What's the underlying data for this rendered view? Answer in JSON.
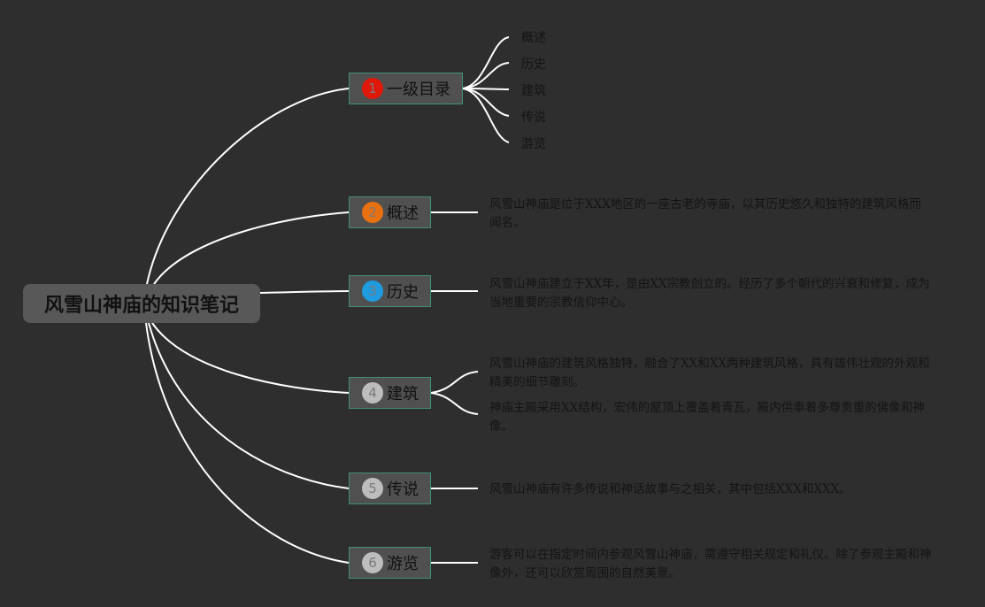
{
  "root": {
    "title": "风雪山神庙的知识笔记"
  },
  "branches": [
    {
      "number": "1",
      "label": "一级目录",
      "marker_color": "#e0190b"
    },
    {
      "number": "2",
      "label": "概述",
      "marker_color": "#e8700f"
    },
    {
      "number": "3",
      "label": "历史",
      "marker_color": "#1f9be0"
    },
    {
      "number": "4",
      "label": "建筑",
      "marker_color": "#bdbdbd"
    },
    {
      "number": "5",
      "label": "传说",
      "marker_color": "#bdbdbd"
    },
    {
      "number": "6",
      "label": "游览",
      "marker_color": "#bdbdbd"
    }
  ],
  "toc": [
    "概述",
    "历史",
    "建筑",
    "传说",
    "游览"
  ],
  "details": {
    "overview": "风雪山神庙是位于XXX地区的一座古老的寺庙，以其历史悠久和独特的建筑风格而闻名。",
    "history": "风雪山神庙建立于XX年，是由XX宗教创立的。经历了多个朝代的兴衰和修复，成为当地重要的宗教信仰中心。",
    "architecture_1": "风雪山神庙的建筑风格独特，融合了XX和XX两种建筑风格，具有雄伟壮观的外观和精美的细节雕刻。",
    "architecture_2": "神庙主殿采用XX结构，宏伟的屋顶上覆盖着青瓦，殿内供奉着多尊贵重的佛像和神像。",
    "legend": "风雪山神庙有许多传说和神话故事与之相关，其中包括XXX和XXX。",
    "visit": "游客可以在指定时间内参观风雪山神庙，需遵守相关规定和礼仪。除了参观主殿和神像外，还可以欣赏周围的自然美景。"
  },
  "colors": {
    "background": "#2e2e2e",
    "line": "#ffffff",
    "node_border": "#3f8f7a"
  }
}
